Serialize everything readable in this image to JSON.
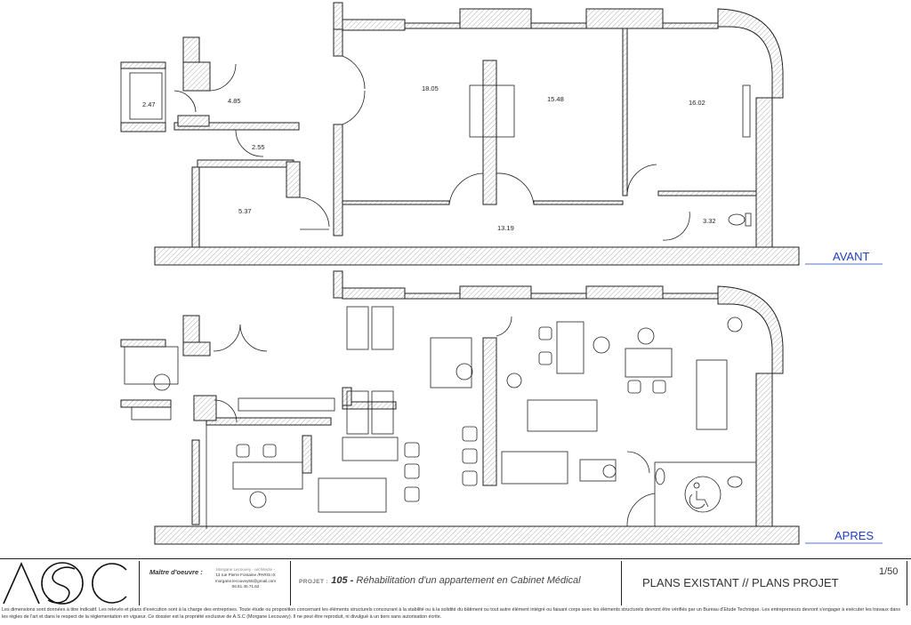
{
  "plans": {
    "avant": {
      "label": "AVANT",
      "areas": [
        "2.47",
        "4.85",
        "18.05",
        "15.48",
        "16.02",
        "2.55",
        "5.37",
        "13.19",
        "3.32"
      ]
    },
    "apres": {
      "label": "APRES"
    }
  },
  "cartouche": {
    "maitre_label": "Maître d'oeuvre :",
    "maitre_lines": [
      "Morgane Lecouvey - architecte -",
      "13 rue Pierre Fontaine /PARIS IX",
      "morgane.lecouvey55@gmail.com",
      "06.81.40.71.62"
    ],
    "project_prefix": "PROJET :",
    "project_number": "105 -",
    "project_title": "Réhabilitation d'un appartement en Cabinet Médical",
    "page_title": "PLANS EXISTANT // PLANS PROJET",
    "sheet": "1/50",
    "disclaimer": "Les dimensions sont données à titre indicatif. Les relevés et plans d'exécution sont à la charge des entreprises. Toute étude ou proposition concernant les éléments structurels concourant à la stabilité ou à la solidité du bâtiment ou tout autre élément intégré ou faisant corps avec les éléments structurels devront être vérifiés par un Bureau d'Etude Technique. Les entrepreneurs devront s'engager à exécuter les travaux dans les règles de l'art et dans le respect de la réglementation en vigueur. Ce dossier est la propriété exclusive de A.S.C (Morgane Lecouvey). Il ne peut être reproduit, ni divulgué à un tiers sans autorisation écrite."
  }
}
